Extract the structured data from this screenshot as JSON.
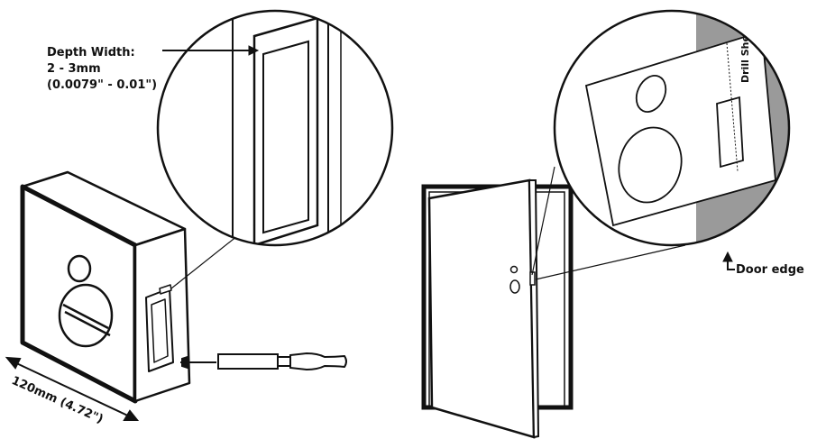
{
  "labels": {
    "depth_width_title": "Depth Width:",
    "depth_width_mm": "2 - 3mm",
    "depth_width_in": "(0.0079\" - 0.01\")",
    "box_width": "120mm (4.72\")",
    "drill_sheet": "Drill Sheet",
    "door_edge": "Door edge"
  },
  "colors": {
    "ink": "#111111",
    "door_edge_fill": "#9a9a9a",
    "background": "#ffffff"
  }
}
